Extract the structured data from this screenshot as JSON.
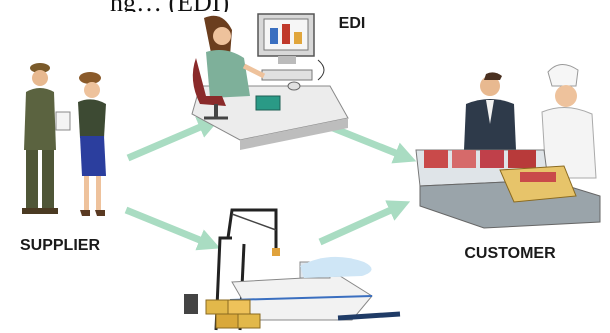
{
  "caption_fragment": "ng… (EDI)",
  "nodes": {
    "supplier": {
      "label": "SUPPLIER"
    },
    "edi": {
      "label": "EDI"
    },
    "customer": {
      "label": "CUSTOMER"
    },
    "shipping": {
      "label": ""
    }
  },
  "colors": {
    "arrow": "#a9dcc2",
    "text": "#1a1a1a"
  },
  "icons": {
    "supplier": "two-people-with-clipboard-icon",
    "edi": "woman-at-computer-icon",
    "customer": "butcher-counter-icon",
    "shipping": "cargo-ship-crane-icon"
  }
}
